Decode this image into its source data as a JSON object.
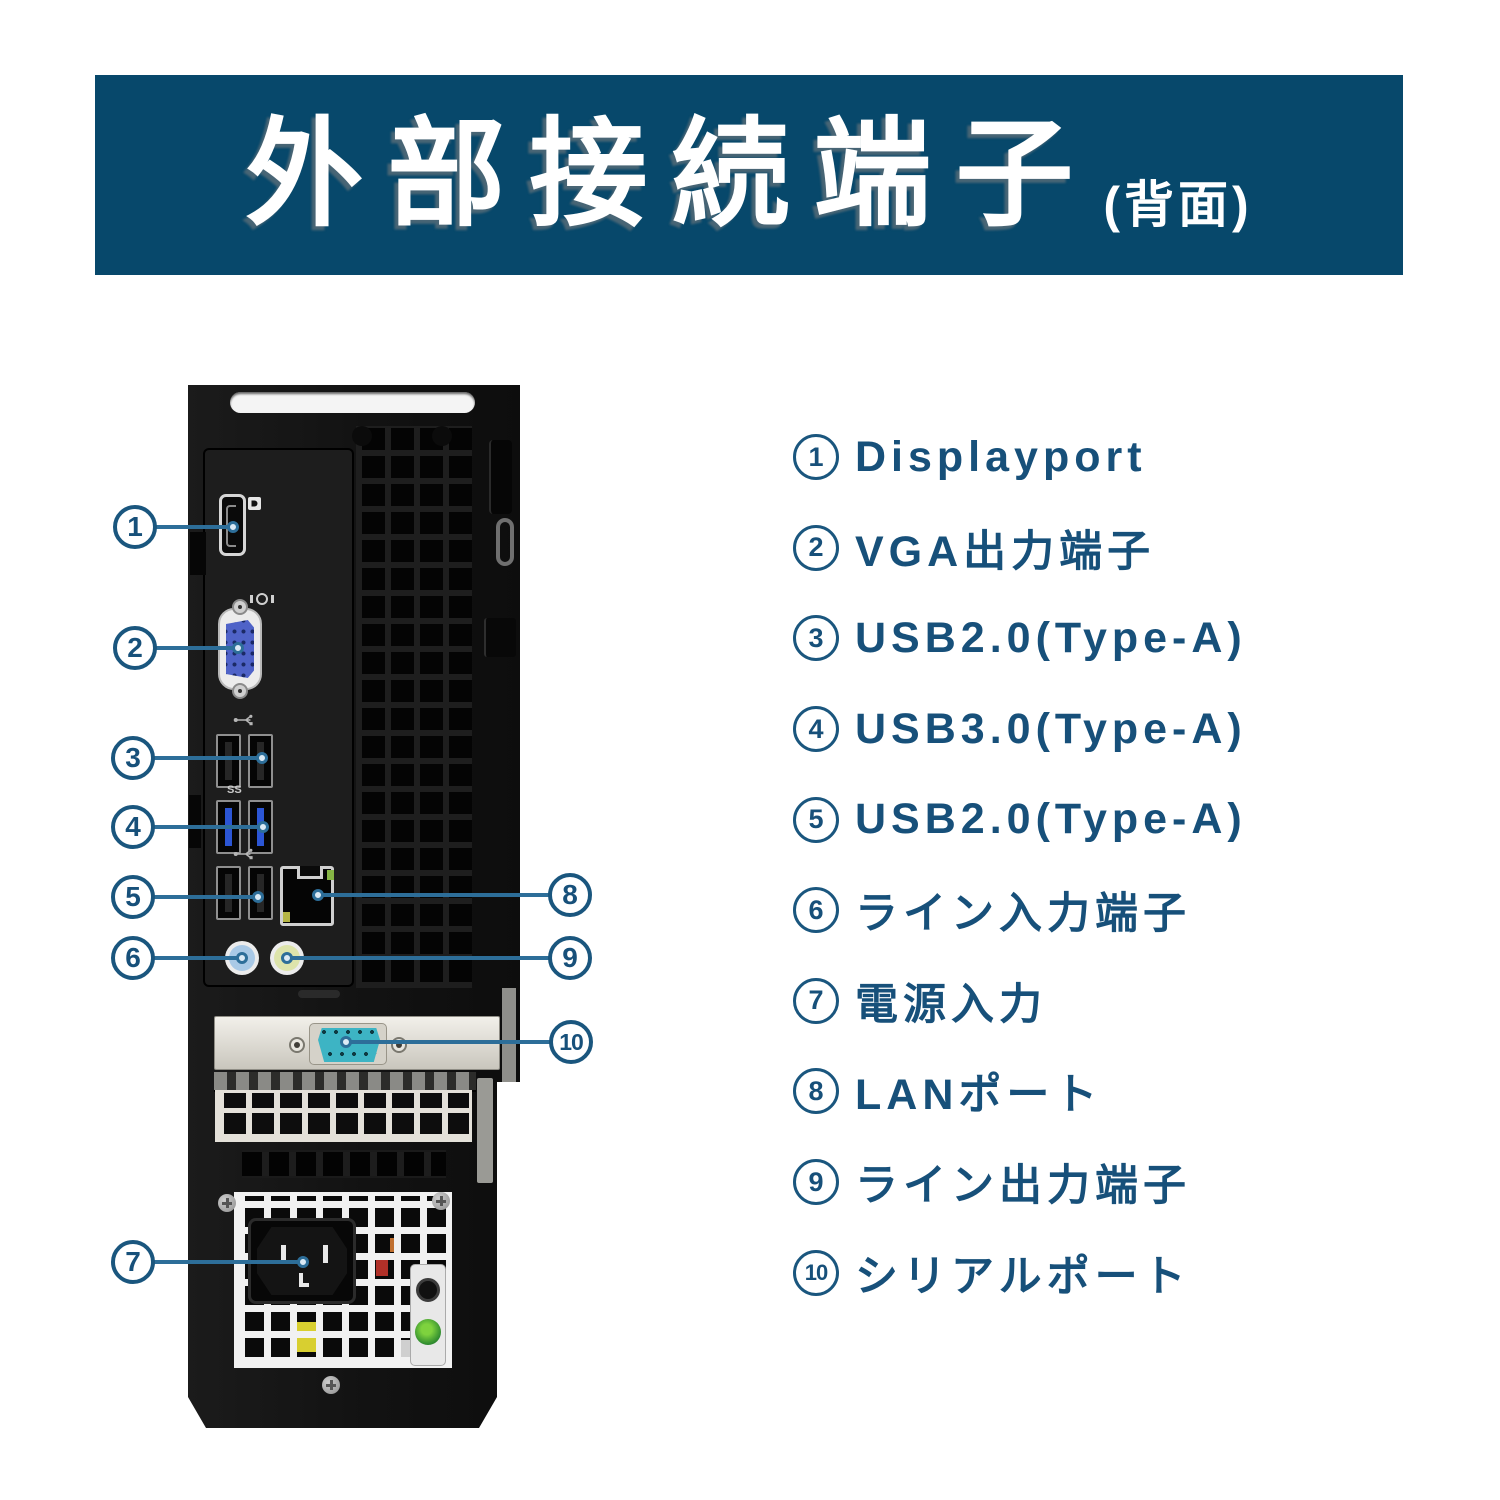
{
  "banner": {
    "title": "外部接続端子",
    "subtitle": "(背面)"
  },
  "ports": [
    {
      "number": "1",
      "label": "Displayport"
    },
    {
      "number": "2",
      "label": "VGA出力端子"
    },
    {
      "number": "3",
      "label": "USB2.0(Type-A)"
    },
    {
      "number": "4",
      "label": "USB3.0(Type-A)"
    },
    {
      "number": "5",
      "label": "USB2.0(Type-A)"
    },
    {
      "number": "6",
      "label": "ライン入力端子"
    },
    {
      "number": "7",
      "label": "電源入力"
    },
    {
      "number": "8",
      "label": "LANポート"
    },
    {
      "number": "9",
      "label": "ライン出力端子"
    },
    {
      "number": "10",
      "label": "シリアルポート"
    }
  ],
  "icons": {
    "usb3_badge": "SS"
  },
  "colors": {
    "banner_bg": "#07486B",
    "accent_text": "#17507A",
    "callout_line": "#2D6E99",
    "vga_connector": "#4F63C8",
    "usb3_tongue": "#2B55D4",
    "line_in_ring": "#A9C9E6",
    "line_out_ring": "#DDE4AB",
    "serial_connector": "#3DB4C4",
    "power_led_green": "#3FA43F"
  }
}
